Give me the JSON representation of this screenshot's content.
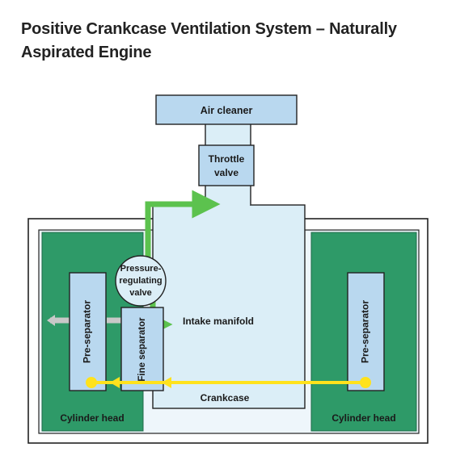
{
  "title": {
    "line1": "Positive Crankcase Ventilation System – Naturally",
    "line2": "Aspirated Engine"
  },
  "labels": {
    "air_cleaner": "Air cleaner",
    "throttle_line1": "Throttle",
    "throttle_line2": "valve",
    "pressure_line1": "Pressure-",
    "pressure_line2": "regulating",
    "pressure_line3": "valve",
    "intake_manifold": "Intake manifold",
    "pre_separator_left": "Pre-separator",
    "fine_separator": "Fine separator",
    "pre_separator_right": "Pre-separator",
    "crankcase": "Crankcase",
    "cylinder_head_left": "Cylinder head",
    "cylinder_head_right": "Cylinder head"
  },
  "colors": {
    "light_blue": "#b9d8ef",
    "pale_blue": "#dbeef7",
    "green": "#2e9a68",
    "arrow_green": "#5cc24e",
    "arrow_yellow": "#ffe21c",
    "arrow_gray": "#c8c8c8",
    "outline": "#222222"
  }
}
